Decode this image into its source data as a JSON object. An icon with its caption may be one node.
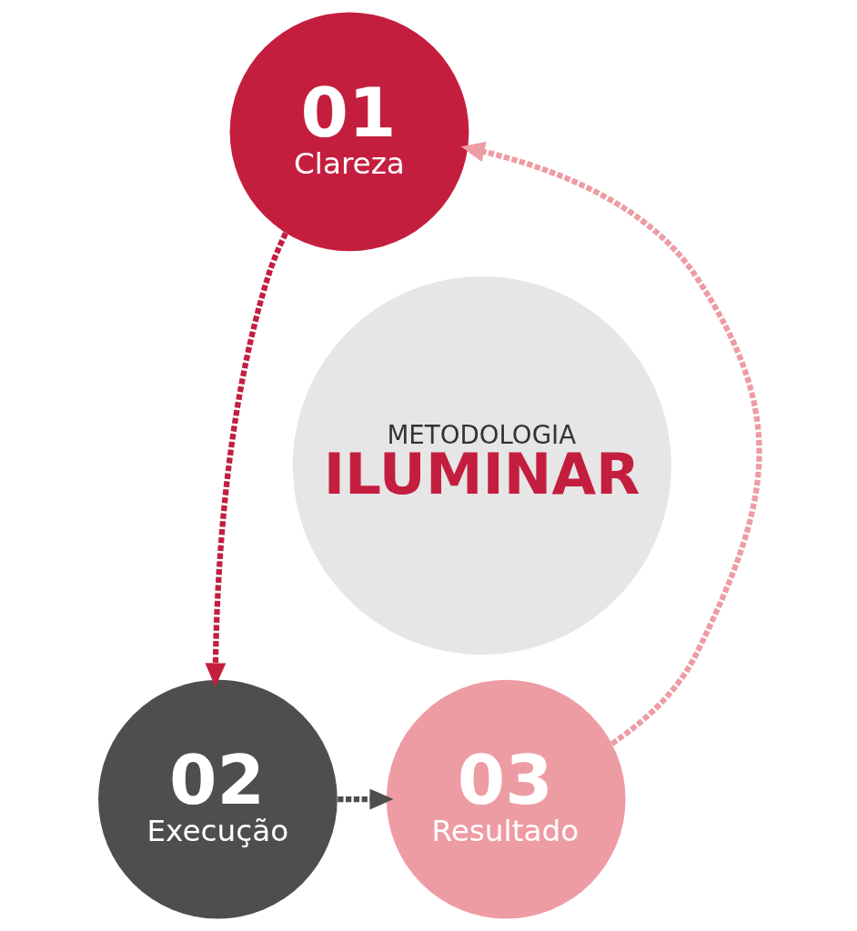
{
  "diagram": {
    "nodes": [
      {
        "text": [
          "01",
          "Clareza"
        ]
      },
      {
        "text": [
          "METODOLOGIA",
          "ILUMINAR"
        ]
      },
      {
        "text": [
          "02",
          "Execução"
        ]
      },
      {
        "text": [
          "03",
          "Resultado"
        ]
      }
    ],
    "edges": [
      {
        "from": 0,
        "to": 2,
        "arrow": "to",
        "style": "dashed",
        "color": "#c41e3f"
      },
      {
        "from": 2,
        "to": 3,
        "arrow": "to",
        "style": "dashed",
        "color": "#4f4e4c"
      },
      {
        "from": 3,
        "to": 0,
        "arrow": "to",
        "style": "dashed",
        "color": "#ee9ca4"
      }
    ]
  }
}
